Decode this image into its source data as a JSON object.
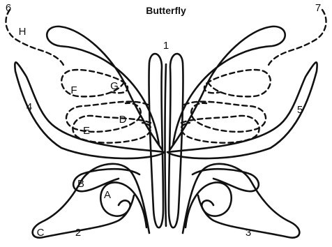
{
  "title": "Butterfly",
  "numbers": {
    "n1": "1",
    "n2": "2",
    "n3": "3",
    "n4": "4",
    "n5": "5",
    "n6": "6",
    "n7": "7"
  },
  "letters": {
    "A": "A",
    "B": "B",
    "C": "C",
    "D": "D",
    "E": "E",
    "F": "F",
    "G": "G",
    "H": "H"
  },
  "colors": {
    "line": "#111111",
    "background": "#ffffff"
  }
}
